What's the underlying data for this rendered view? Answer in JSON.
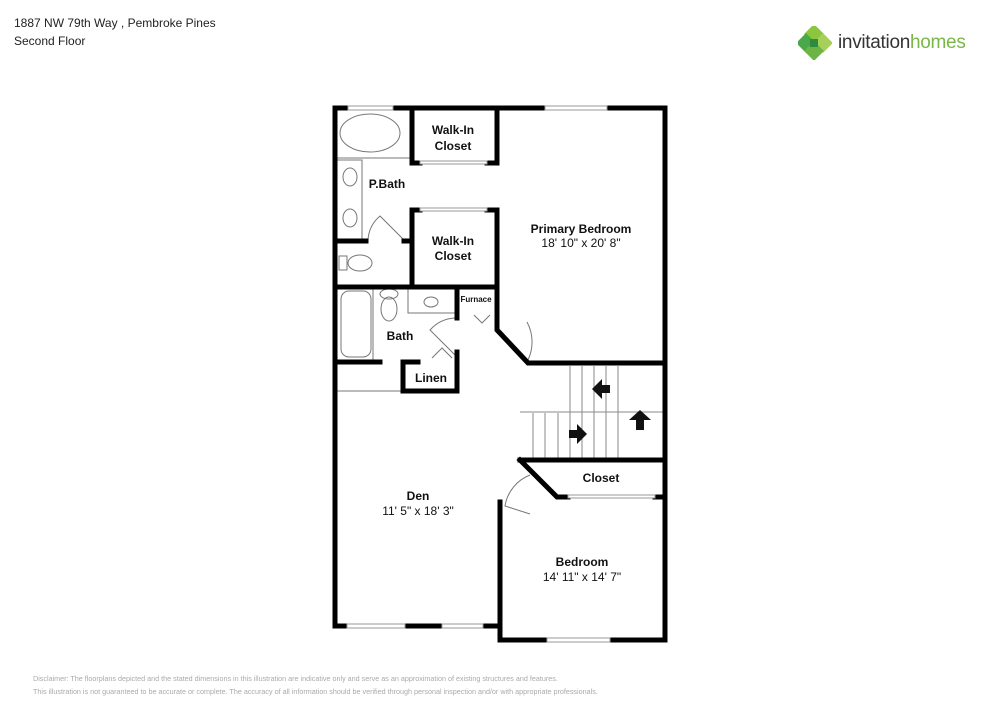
{
  "header": {
    "address": "1887 NW 79th Way , Pembroke Pines",
    "floor": "Second Floor"
  },
  "logo": {
    "text_part1": "invitation",
    "text_part2": "homes",
    "brand_green": "#7ab648"
  },
  "rooms": {
    "walkin1": "Walk-In\nCloset",
    "walkin1_l1": "Walk-In",
    "walkin1_l2": "Closet",
    "walkin2_l1": "Walk-In",
    "walkin2_l2": "Closet",
    "pbath": "P.Bath",
    "primary": {
      "name": "Primary Bedroom",
      "dims": "18' 10\" x 20' 8\""
    },
    "furnace": "Furnace",
    "bath": "Bath",
    "linen": "Linen",
    "closet": "Closet",
    "den": {
      "name": "Den",
      "dims": "11' 5\" x 18' 3\""
    },
    "bedroom": {
      "name": "Bedroom",
      "dims": "14' 11\" x 14' 7\""
    }
  },
  "disclaimer": {
    "line1": "Disclaimer: The floorplans depicted and the stated dimensions in this illustration are indicative only and serve as an approximation of existing structures and features.",
    "line2": "This illustration is not guaranteed to be accurate or complete. The accuracy of all information should be verified through personal inspection and/or with appropriate professionals."
  }
}
